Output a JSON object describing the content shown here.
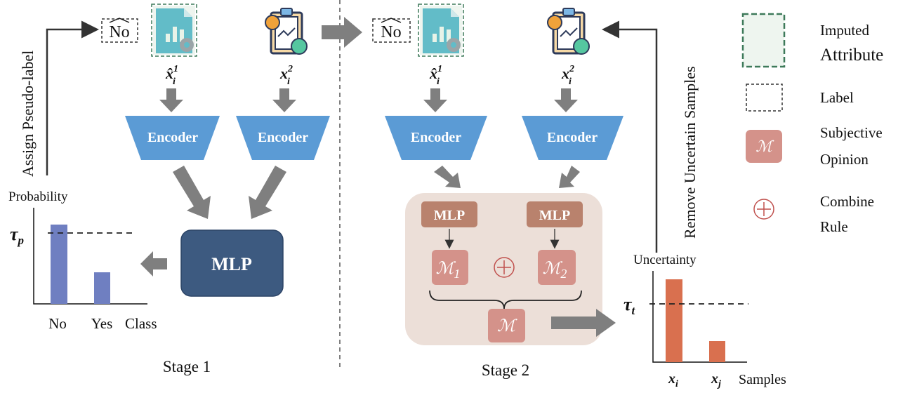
{
  "stage1": {
    "side_label": "Assign Pseudo-label",
    "pseudo_label": "No",
    "input1": "x̂",
    "input2": "x",
    "encoder1": "Encoder",
    "encoder2": "Encoder",
    "mlp": "MLP",
    "chart": {
      "ylabel": "Probability",
      "threshold": "τ",
      "threshold_sub": "p",
      "categories": [
        "No",
        "Yes"
      ],
      "xlabel": "Class",
      "values_relative": [
        0.85,
        0.34
      ],
      "threshold_level": 0.76,
      "bar_color": "#6f7fc1"
    },
    "title": "Stage 1"
  },
  "stage2": {
    "pseudo_label": "No",
    "input1": "x̂",
    "input2": "x",
    "encoder1": "Encoder",
    "encoder2": "Encoder",
    "mlp1": "MLP",
    "mlp2": "MLP",
    "m1": "ℳ",
    "m1_sub": "1",
    "m2": "ℳ",
    "m2_sub": "2",
    "combine": "⊕",
    "m": "ℳ",
    "side_label": "Remove Uncertain Samples",
    "chart": {
      "ylabel": "Uncertainty",
      "threshold": "τ",
      "threshold_sub": "t",
      "categories": [
        "x_i",
        "x_j"
      ],
      "xlabel": "Samples",
      "values_relative": [
        0.9,
        0.22
      ],
      "threshold_level": 0.62,
      "bar_color": "#d9704f"
    },
    "title": "Stage 2"
  },
  "sub_i": "i",
  "sup1": "1",
  "sup2": "2",
  "legend": {
    "imputed_1": "Imputed",
    "imputed_2": "Attribute",
    "label": "Label",
    "opinion_1": "Subjective",
    "opinion_2": "Opinion",
    "opinion_symbol": "ℳ",
    "combine_1": "Combine",
    "combine_2": "Rule",
    "combine_symbol": "⊕"
  },
  "colors": {
    "encoder": "#5b9bd5",
    "mlp_dark": "#3d5a80",
    "mlp_brown": "#b9826d",
    "opinion": "#d4928a",
    "panel": "#ecdfd8",
    "arrow": "#7f7f7f",
    "imputed_border": "#3e7a5a"
  }
}
